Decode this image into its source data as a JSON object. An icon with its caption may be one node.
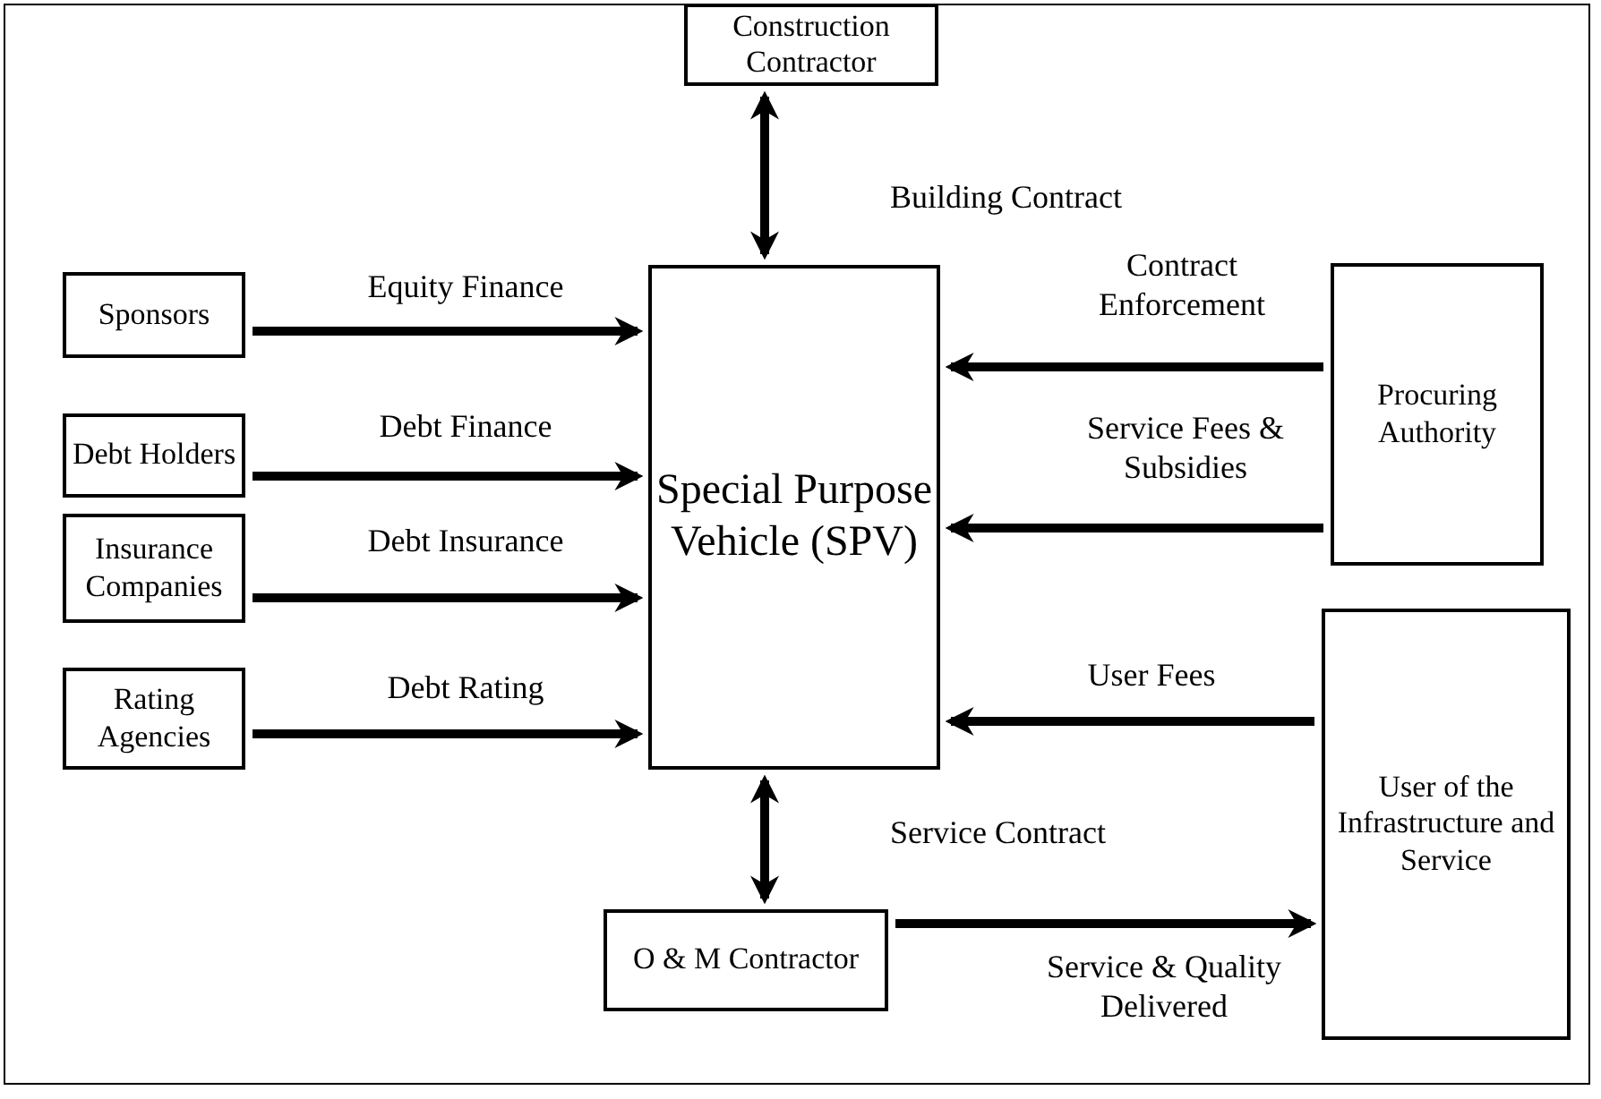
{
  "diagram": {
    "nodes": [
      {
        "text": [
          "Construction Contractor"
        ]
      },
      {
        "text": [
          "Sponsors"
        ]
      },
      {
        "text": [
          "Debt Holders"
        ]
      },
      {
        "text": [
          "Insurance Companies"
        ]
      },
      {
        "text": [
          "Rating Agencies"
        ]
      },
      {
        "text": [
          "Special Purpose Vehicle (SPV)"
        ]
      },
      {
        "text": [
          "Procuring Authority"
        ]
      },
      {
        "text": [
          "User of the Infrastructure and Service"
        ]
      },
      {
        "text": [
          "O & M Contractor"
        ]
      }
    ],
    "edges": [
      {
        "from": 0,
        "to": 5,
        "arrow": "both",
        "label": "Building Contract"
      },
      {
        "from": 1,
        "to": 5,
        "arrow": "to",
        "label": "Equity Finance"
      },
      {
        "from": 2,
        "to": 5,
        "arrow": "to",
        "label": "Debt Finance"
      },
      {
        "from": 3,
        "to": 5,
        "arrow": "to",
        "label": "Debt Insurance"
      },
      {
        "from": 4,
        "to": 5,
        "arrow": "to",
        "label": "Debt Rating"
      },
      {
        "from": 6,
        "to": 5,
        "arrow": "to",
        "label": "Contract Enforcement"
      },
      {
        "from": 6,
        "to": 5,
        "arrow": "to",
        "label": "Service Fees & Subsidies"
      },
      {
        "from": 7,
        "to": 5,
        "arrow": "to",
        "label": "User Fees"
      },
      {
        "from": 5,
        "to": 8,
        "arrow": "both",
        "label": "Service Contract"
      },
      {
        "from": 8,
        "to": 7,
        "arrow": "to",
        "label": "Service & Quality Delivered"
      }
    ]
  }
}
